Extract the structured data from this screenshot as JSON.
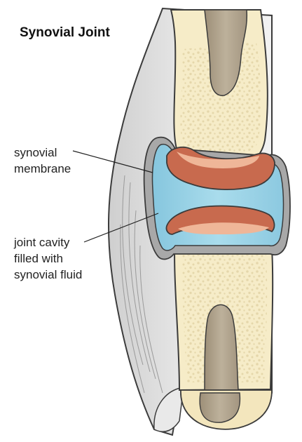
{
  "title": "Synovial Joint",
  "labels": {
    "synovial_membrane": [
      "synovial",
      "membrane"
    ],
    "joint_cavity": [
      "joint cavity",
      "filled with",
      "synovial fluid"
    ]
  },
  "colors": {
    "bone": "#f6ecc8",
    "bone_stipple": "#e6d8ad",
    "marrow": "#b3a58e",
    "cartilage": "#c86a4e",
    "cartilage_rim": "#efb698",
    "synovial_fluid": "#9dd3e6",
    "membrane": "#a8a8a8",
    "capsule": "#dcdcdc",
    "outline": "#3b3b3b"
  }
}
